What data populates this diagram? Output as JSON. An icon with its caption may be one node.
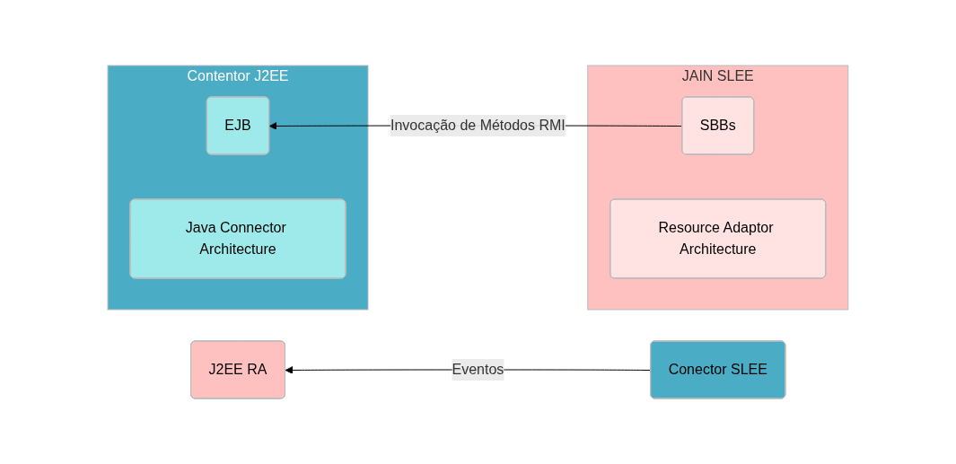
{
  "diagram": {
    "nodes": [
      {
        "text": [
          "Contentor J2EE"
        ]
      },
      {
        "text": [
          "EJB"
        ],
        "in": 0
      },
      {
        "text": [
          "Java Connector Architecture"
        ],
        "in": 0
      },
      {
        "text": [
          "Conector SLEE"
        ]
      },
      {
        "text": [
          "JAIN SLEE"
        ]
      },
      {
        "text": [
          "SBBs"
        ],
        "in": 4
      },
      {
        "text": [
          "Resource Adaptor Architecture"
        ],
        "in": 4
      },
      {
        "text": [
          "J2EE RA"
        ]
      }
    ],
    "edges": [
      {
        "from": 5,
        "to": 1,
        "arrow": "to",
        "label": "Invocação de Métodos RMI"
      },
      {
        "from": 3,
        "to": 7,
        "arrow": "to",
        "label": "Eventos"
      }
    ]
  }
}
